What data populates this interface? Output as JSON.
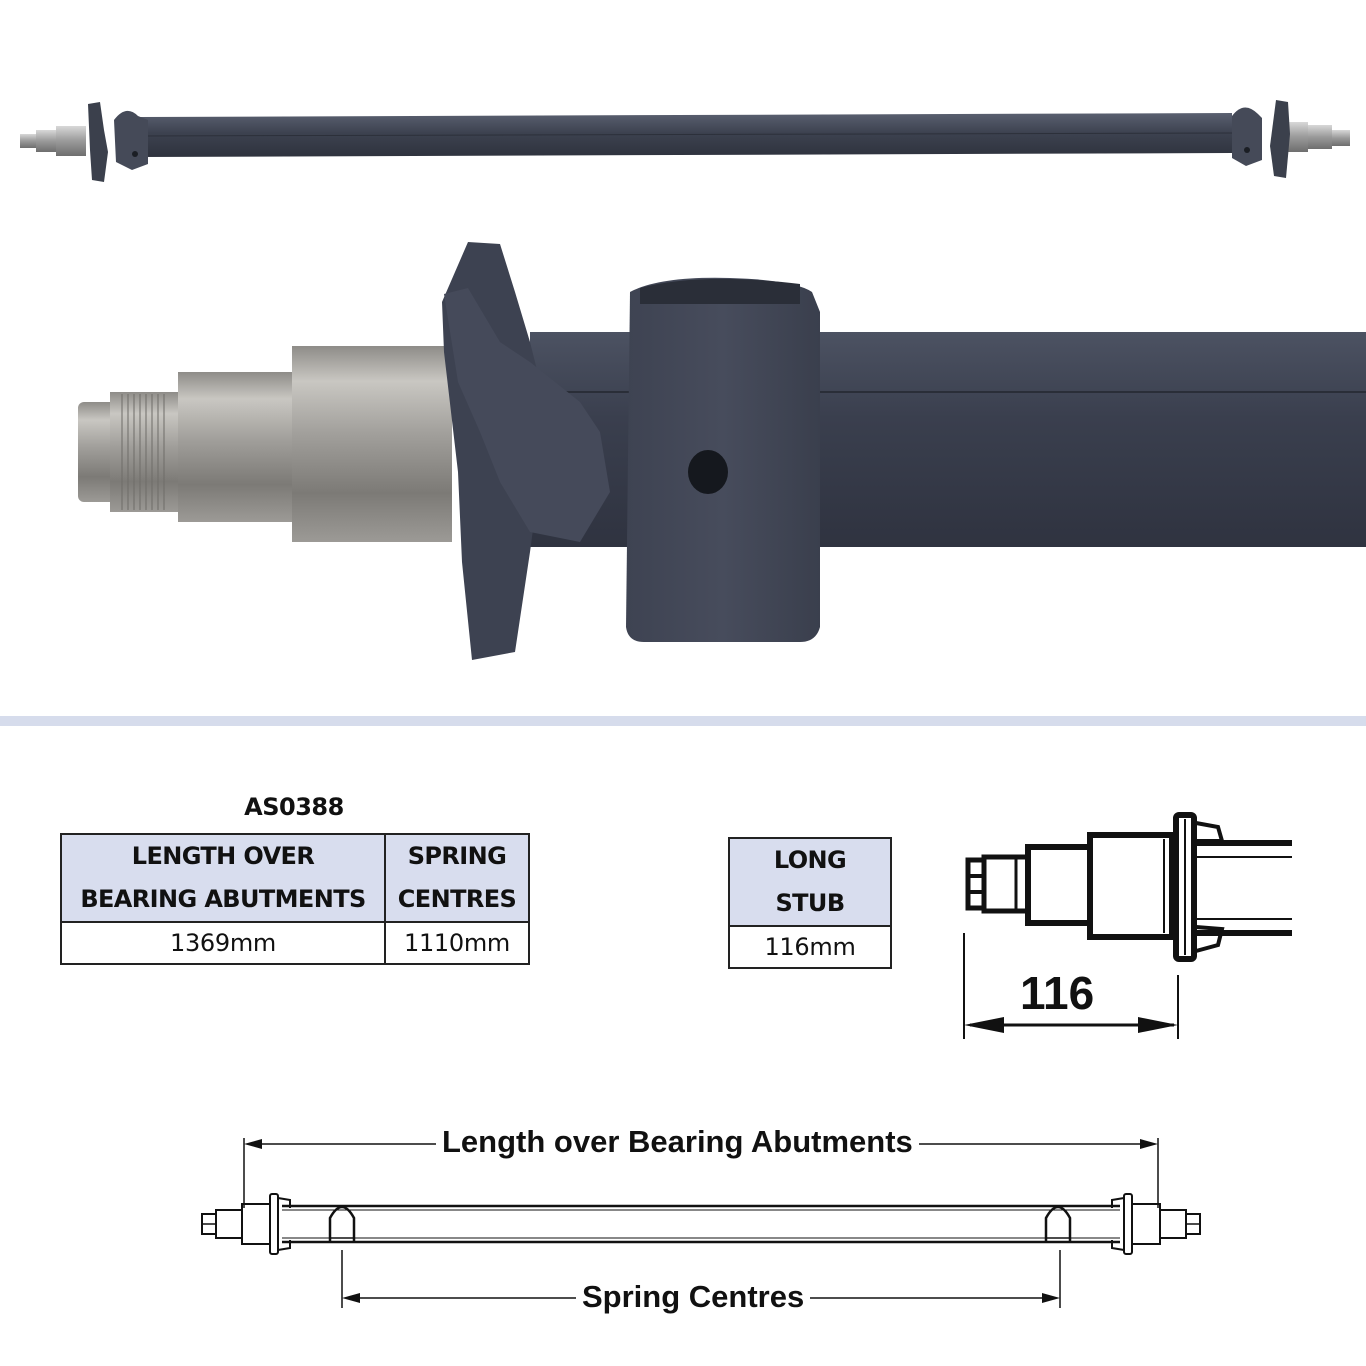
{
  "product": {
    "part_number": "AS0388",
    "photos": {
      "full_axle": {
        "description": "Full braked trailer axle beam with stub axles and spring seats at both ends",
        "beam_color": "#3a3f4c",
        "stub_color": "#a8a8a8"
      },
      "closeup": {
        "description": "Close-up of stub axle, brake flange and spring seat",
        "beam_color": "#3b4050",
        "stub_color": "#b4b2ae"
      }
    },
    "divider_color": "#d6dcec"
  },
  "spec_table": {
    "title": "AS0388",
    "headers": [
      {
        "line1": "LENGTH OVER",
        "line2": "BEARING ABUTMENTS"
      },
      {
        "line1": "SPRING",
        "line2": "CENTRES"
      }
    ],
    "values": [
      "1369mm",
      "1110mm"
    ],
    "header_bg": "#d8ddee"
  },
  "stub_table": {
    "header": {
      "line1": "LONG",
      "line2": "STUB"
    },
    "value": "116mm"
  },
  "stub_diagram": {
    "dimension_label": "116"
  },
  "axle_diagram": {
    "length_label": "Length over Bearing Abutments",
    "spring_label": "Spring Centres"
  }
}
